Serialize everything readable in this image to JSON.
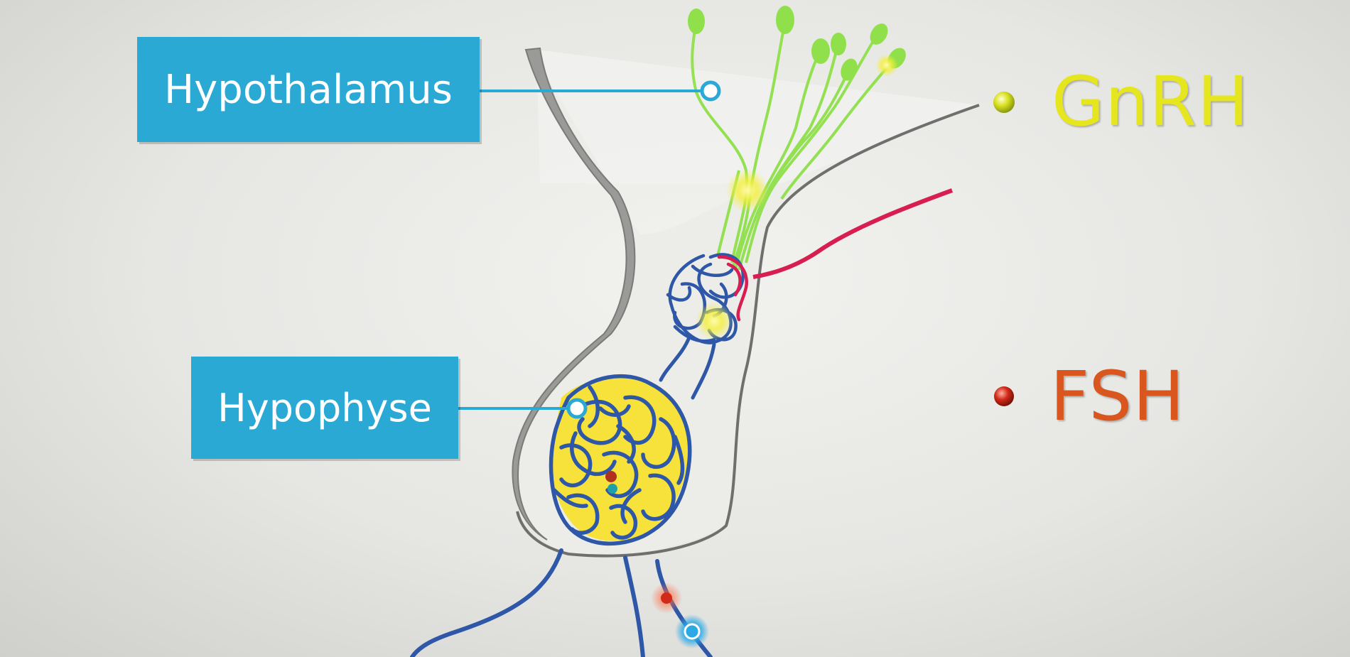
{
  "labels": {
    "hypothalamus": "Hypothalamus",
    "hypophyse": "Hypophyse"
  },
  "legend": [
    {
      "name": "GnRH",
      "color": "#e6e61e",
      "dot": "yellow-dot"
    },
    {
      "name": "FSH",
      "color": "#d9561f",
      "dot": "red-dot"
    }
  ],
  "colors": {
    "label_box": "#2aa9d5",
    "neuron_green": "#8fe04a",
    "vessel_blue": "#2f57a8",
    "red_vessel": "#d81e50",
    "gland_yellow": "#f6e23a"
  }
}
